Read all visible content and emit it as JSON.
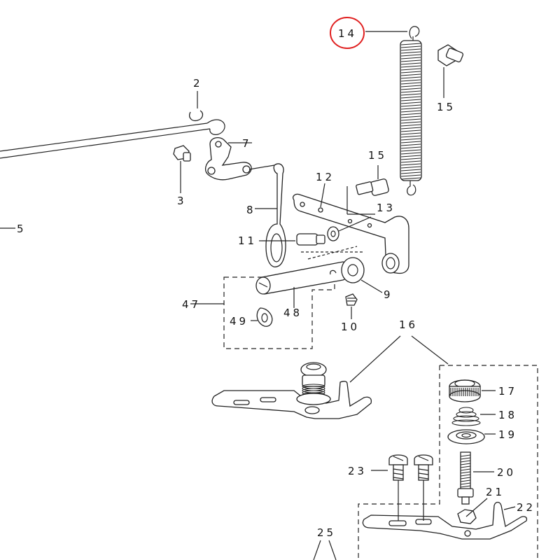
{
  "labels": {
    "l14": "14",
    "l15a": "15",
    "l2": "2",
    "l7": "7",
    "l3": "3",
    "l12": "12",
    "l15b": "15",
    "l13": "13",
    "l8": "8",
    "l5": "5",
    "l11": "11",
    "l47": "47",
    "l48": "48",
    "l49": "49",
    "l10": "10",
    "l9": "9",
    "l16": "16",
    "l17": "17",
    "l18": "18",
    "l19": "19",
    "l20": "20",
    "l23": "23",
    "l21": "21",
    "l22": "22",
    "l25": "25"
  },
  "colors": {
    "highlight": "#e02020",
    "ink": "#222222"
  }
}
